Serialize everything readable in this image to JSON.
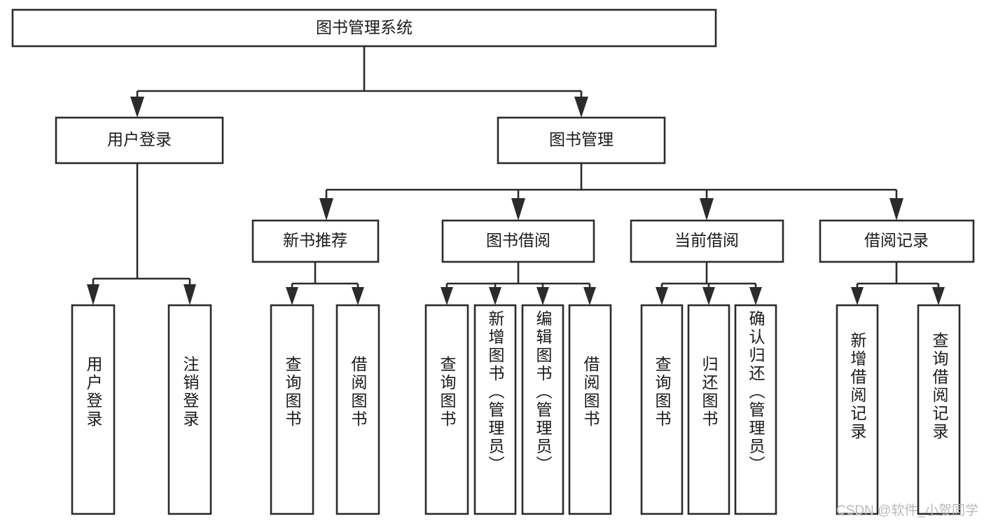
{
  "diagram": {
    "type": "tree-hierarchy-chart",
    "title_text": "图书管理系统",
    "colors": {
      "stroke": "#2b2b2b",
      "box_fill": "#ffffff",
      "text": "#1a1a1a",
      "background": "#ffffff",
      "watermark": "#b9b9b9"
    },
    "root": {
      "label": "图书管理系统"
    },
    "level2": [
      {
        "label": "用户登录"
      },
      {
        "label": "图书管理"
      }
    ],
    "level3": [
      {
        "label": "新书推荐"
      },
      {
        "label": "图书借阅"
      },
      {
        "label": "当前借阅"
      },
      {
        "label": "借阅记录"
      }
    ],
    "leaves": {
      "user_login": [
        {
          "label": "用户登录"
        },
        {
          "label": "注销登录"
        }
      ],
      "new_book_recommend": [
        {
          "label": "查询图书"
        },
        {
          "label": "借阅图书"
        }
      ],
      "book_borrow": [
        {
          "label": "查询图书"
        },
        {
          "label": "新增图书（管理员）"
        },
        {
          "label": "编辑图书（管理员）"
        },
        {
          "label": "借阅图书"
        }
      ],
      "current_borrow": [
        {
          "label": "查询图书"
        },
        {
          "label": "归还图书"
        },
        {
          "label": "确认归还（管理员）"
        }
      ],
      "borrow_record": [
        {
          "label": "新增借阅记录"
        },
        {
          "label": "查询借阅记录"
        }
      ]
    }
  },
  "watermark": {
    "text": "CSDN @软件_小贺同学"
  }
}
